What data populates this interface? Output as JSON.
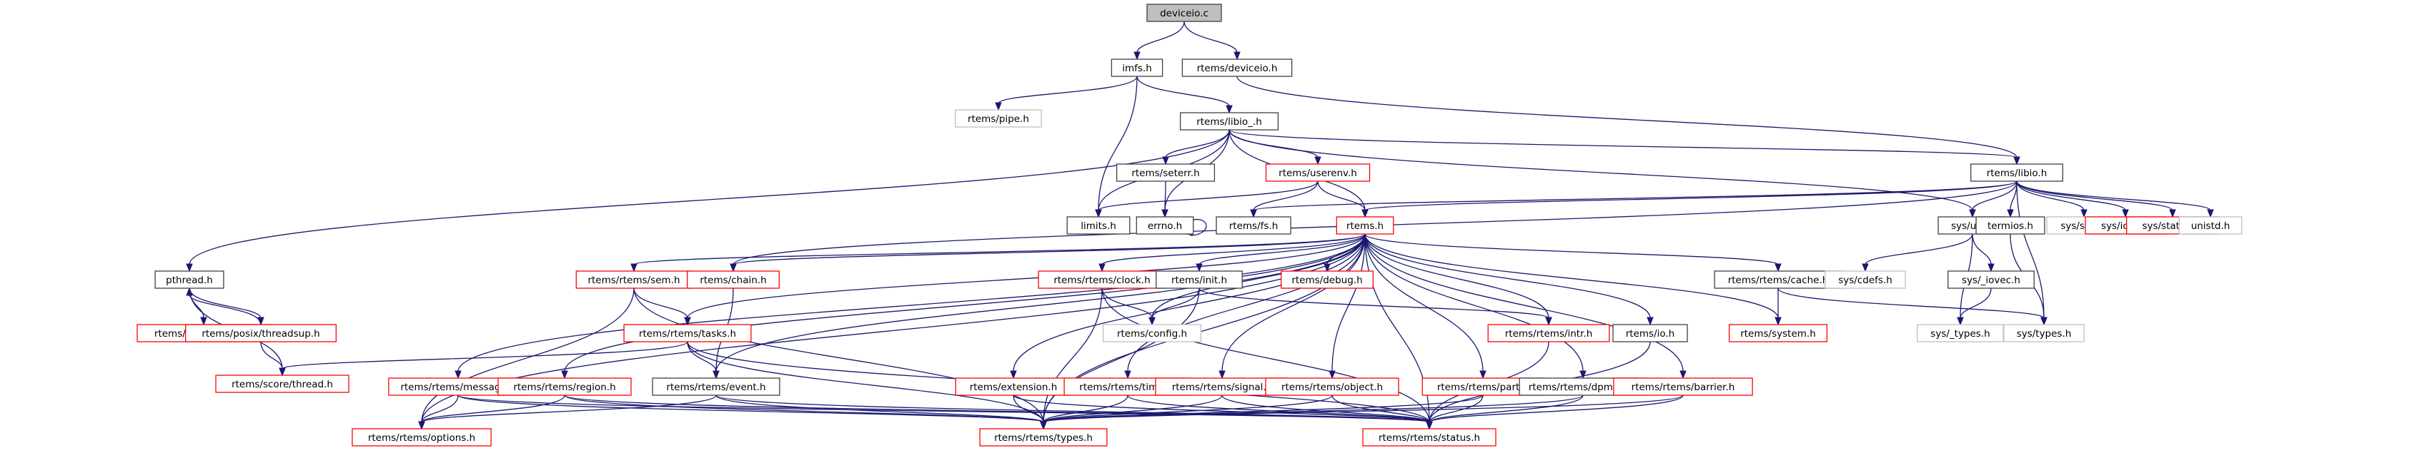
{
  "title": "deviceio.c include dependency graph",
  "colors": {
    "edge": "#191970",
    "root_fill": "#bfbfbf",
    "root_stroke": "#404040",
    "normal_stroke": "#404040",
    "truncated_stroke": "#ff0000",
    "external_stroke": "#bfbfbf",
    "text": "#000000"
  },
  "nodes": [
    {
      "id": "deviceio_c",
      "label": "deviceio.c",
      "kind": "root"
    },
    {
      "id": "imfs_h",
      "label": "imfs.h",
      "kind": "normal"
    },
    {
      "id": "rtems_deviceio_h",
      "label": "rtems/deviceio.h",
      "kind": "normal"
    },
    {
      "id": "rtems_pipe_h",
      "label": "rtems/pipe.h",
      "kind": "external"
    },
    {
      "id": "rtems_libio__h",
      "label": "rtems/libio_.h",
      "kind": "normal"
    },
    {
      "id": "rtems_libio_h",
      "label": "rtems/libio.h",
      "kind": "normal"
    },
    {
      "id": "pthread_h",
      "label": "pthread.h",
      "kind": "normal"
    },
    {
      "id": "rtems_seterr_h",
      "label": "rtems/seterr.h",
      "kind": "normal"
    },
    {
      "id": "rtems_userenv_h",
      "label": "rtems/userenv.h",
      "kind": "truncated"
    },
    {
      "id": "limits_h",
      "label": "limits.h",
      "kind": "normal"
    },
    {
      "id": "errno_h",
      "label": "errno.h",
      "kind": "normal"
    },
    {
      "id": "rtems_fs_h",
      "label": "rtems/fs.h",
      "kind": "normal"
    },
    {
      "id": "rtems_h",
      "label": "rtems.h",
      "kind": "truncated"
    },
    {
      "id": "sys_uio_h",
      "label": "sys/uio.h",
      "kind": "normal"
    },
    {
      "id": "termios_h",
      "label": "termios.h",
      "kind": "normal"
    },
    {
      "id": "sys_stat_h",
      "label": "sys/stat.h",
      "kind": "external"
    },
    {
      "id": "sys_ioctl_h",
      "label": "sys/ioctl.h",
      "kind": "truncated"
    },
    {
      "id": "sys_statvfs_h",
      "label": "sys/statvfs.h",
      "kind": "truncated"
    },
    {
      "id": "unistd_h",
      "label": "unistd.h",
      "kind": "external"
    },
    {
      "id": "rtems_posix_config_h",
      "label": "rtems/posix/config.h",
      "kind": "truncated"
    },
    {
      "id": "rtems_posix_threadsup_h",
      "label": "rtems/posix/threadsup.h",
      "kind": "truncated"
    },
    {
      "id": "rtems_rtems_sem_h",
      "label": "rtems/rtems/sem.h",
      "kind": "truncated"
    },
    {
      "id": "rtems_chain_h",
      "label": "rtems/chain.h",
      "kind": "truncated"
    },
    {
      "id": "rtems_rtems_clock_h",
      "label": "rtems/rtems/clock.h",
      "kind": "truncated"
    },
    {
      "id": "rtems_init_h",
      "label": "rtems/init.h",
      "kind": "normal"
    },
    {
      "id": "rtems_debug_h",
      "label": "rtems/debug.h",
      "kind": "truncated"
    },
    {
      "id": "rtems_rtems_cache_h",
      "label": "rtems/rtems/cache.h",
      "kind": "normal"
    },
    {
      "id": "sys_cdefs_h",
      "label": "sys/cdefs.h",
      "kind": "external"
    },
    {
      "id": "sys__iovec_h",
      "label": "sys/_iovec.h",
      "kind": "normal"
    },
    {
      "id": "rtems_score_thread_h",
      "label": "rtems/score/thread.h",
      "kind": "truncated"
    },
    {
      "id": "rtems_rtems_tasks_h",
      "label": "rtems/rtems/tasks.h",
      "kind": "truncated"
    },
    {
      "id": "rtems_config_h",
      "label": "rtems/config.h",
      "kind": "external"
    },
    {
      "id": "rtems_rtems_intr_h",
      "label": "rtems/rtems/intr.h",
      "kind": "truncated"
    },
    {
      "id": "rtems_io_h",
      "label": "rtems/io.h",
      "kind": "normal"
    },
    {
      "id": "rtems_system_h",
      "label": "rtems/system.h",
      "kind": "truncated"
    },
    {
      "id": "sys__types_h",
      "label": "sys/_types.h",
      "kind": "external"
    },
    {
      "id": "sys_types_h",
      "label": "sys/types.h",
      "kind": "external"
    },
    {
      "id": "rtems_rtems_message_h",
      "label": "rtems/rtems/message.h",
      "kind": "truncated"
    },
    {
      "id": "rtems_rtems_region_h",
      "label": "rtems/rtems/region.h",
      "kind": "truncated"
    },
    {
      "id": "rtems_rtems_event_h",
      "label": "rtems/rtems/event.h",
      "kind": "normal"
    },
    {
      "id": "rtems_extension_h",
      "label": "rtems/extension.h",
      "kind": "truncated"
    },
    {
      "id": "rtems_rtems_timer_h",
      "label": "rtems/rtems/timer.h",
      "kind": "truncated"
    },
    {
      "id": "rtems_rtems_signal_h",
      "label": "rtems/rtems/signal.h",
      "kind": "truncated"
    },
    {
      "id": "rtems_rtems_object_h",
      "label": "rtems/rtems/object.h",
      "kind": "truncated"
    },
    {
      "id": "rtems_rtems_part_h",
      "label": "rtems/rtems/part.h",
      "kind": "truncated"
    },
    {
      "id": "rtems_rtems_dpmem_h",
      "label": "rtems/rtems/dpmem.h",
      "kind": "normal"
    },
    {
      "id": "rtems_rtems_barrier_h",
      "label": "rtems/rtems/barrier.h",
      "kind": "truncated"
    },
    {
      "id": "rtems_rtems_options_h",
      "label": "rtems/rtems/options.h",
      "kind": "truncated"
    },
    {
      "id": "rtems_rtems_types_h",
      "label": "rtems/rtems/types.h",
      "kind": "truncated"
    },
    {
      "id": "rtems_rtems_status_h",
      "label": "rtems/rtems/status.h",
      "kind": "truncated"
    }
  ],
  "edges": [
    [
      "deviceio_c",
      "imfs_h"
    ],
    [
      "deviceio_c",
      "rtems_deviceio_h"
    ],
    [
      "imfs_h",
      "rtems_pipe_h"
    ],
    [
      "imfs_h",
      "limits_h"
    ],
    [
      "imfs_h",
      "rtems_libio__h"
    ],
    [
      "rtems_deviceio_h",
      "rtems_libio_h"
    ],
    [
      "rtems_libio__h",
      "pthread_h"
    ],
    [
      "rtems_libio__h",
      "limits_h"
    ],
    [
      "rtems_libio__h",
      "rtems_seterr_h"
    ],
    [
      "rtems_libio__h",
      "errno_h"
    ],
    [
      "rtems_libio__h",
      "rtems_userenv_h"
    ],
    [
      "rtems_libio__h",
      "rtems_h"
    ],
    [
      "rtems_libio__h",
      "rtems_libio_h"
    ],
    [
      "rtems_libio__h",
      "sys_uio_h"
    ],
    [
      "rtems_seterr_h",
      "errno_h"
    ],
    [
      "errno_h",
      "errno_h"
    ],
    [
      "rtems_userenv_h",
      "limits_h"
    ],
    [
      "rtems_userenv_h",
      "rtems_fs_h"
    ],
    [
      "rtems_userenv_h",
      "rtems_h"
    ],
    [
      "rtems_libio_h",
      "rtems_fs_h"
    ],
    [
      "rtems_libio_h",
      "rtems_h"
    ],
    [
      "rtems_libio_h",
      "sys_uio_h"
    ],
    [
      "rtems_libio_h",
      "termios_h"
    ],
    [
      "rtems_libio_h",
      "sys_stat_h"
    ],
    [
      "rtems_libio_h",
      "sys_ioctl_h"
    ],
    [
      "rtems_libio_h",
      "sys_statvfs_h"
    ],
    [
      "rtems_libio_h",
      "unistd_h"
    ],
    [
      "rtems_libio_h",
      "sys_types_h"
    ],
    [
      "rtems_libio_h",
      "rtems_chain_h"
    ],
    [
      "pthread_h",
      "rtems_posix_config_h"
    ],
    [
      "pthread_h",
      "rtems_posix_threadsup_h"
    ],
    [
      "pthread_h",
      "rtems_score_thread_h"
    ],
    [
      "rtems_posix_threadsup_h",
      "pthread_h"
    ],
    [
      "rtems_posix_threadsup_h",
      "rtems_score_thread_h"
    ],
    [
      "rtems_h",
      "rtems_rtems_sem_h"
    ],
    [
      "rtems_h",
      "rtems_chain_h"
    ],
    [
      "rtems_h",
      "rtems_rtems_clock_h"
    ],
    [
      "rtems_h",
      "rtems_init_h"
    ],
    [
      "rtems_h",
      "rtems_debug_h"
    ],
    [
      "rtems_h",
      "rtems_rtems_cache_h"
    ],
    [
      "rtems_h",
      "rtems_rtems_tasks_h"
    ],
    [
      "rtems_h",
      "rtems_config_h"
    ],
    [
      "rtems_h",
      "rtems_rtems_intr_h"
    ],
    [
      "rtems_h",
      "rtems_io_h"
    ],
    [
      "rtems_h",
      "rtems_system_h"
    ],
    [
      "rtems_h",
      "rtems_rtems_message_h"
    ],
    [
      "rtems_h",
      "rtems_rtems_region_h"
    ],
    [
      "rtems_h",
      "rtems_rtems_event_h"
    ],
    [
      "rtems_h",
      "rtems_extension_h"
    ],
    [
      "rtems_h",
      "rtems_rtems_timer_h"
    ],
    [
      "rtems_h",
      "rtems_rtems_signal_h"
    ],
    [
      "rtems_h",
      "rtems_rtems_object_h"
    ],
    [
      "rtems_h",
      "rtems_rtems_part_h"
    ],
    [
      "rtems_h",
      "rtems_rtems_dpmem_h"
    ],
    [
      "rtems_h",
      "rtems_rtems_barrier_h"
    ],
    [
      "rtems_h",
      "rtems_rtems_options_h"
    ],
    [
      "rtems_h",
      "rtems_rtems_types_h"
    ],
    [
      "rtems_h",
      "rtems_rtems_status_h"
    ],
    [
      "sys_uio_h",
      "sys_cdefs_h"
    ],
    [
      "sys_uio_h",
      "sys__types_h"
    ],
    [
      "sys_uio_h",
      "sys__iovec_h"
    ],
    [
      "sys__iovec_h",
      "sys__types_h"
    ],
    [
      "termios_h",
      "sys_types_h"
    ],
    [
      "rtems_rtems_cache_h",
      "rtems_system_h"
    ],
    [
      "rtems_rtems_cache_h",
      "sys_types_h"
    ],
    [
      "rtems_rtems_sem_h",
      "rtems_rtems_tasks_h"
    ],
    [
      "rtems_rtems_sem_h",
      "rtems_rtems_options_h"
    ],
    [
      "rtems_rtems_sem_h",
      "rtems_rtems_types_h"
    ],
    [
      "rtems_chain_h",
      "rtems_rtems_event_h"
    ],
    [
      "rtems_rtems_tasks_h",
      "rtems_score_thread_h"
    ],
    [
      "rtems_rtems_tasks_h",
      "rtems_rtems_event_h"
    ],
    [
      "rtems_rtems_tasks_h",
      "rtems_rtems_types_h"
    ],
    [
      "rtems_rtems_tasks_h",
      "rtems_rtems_status_h"
    ],
    [
      "rtems_rtems_clock_h",
      "rtems_config_h"
    ],
    [
      "rtems_rtems_clock_h",
      "rtems_rtems_types_h"
    ],
    [
      "rtems_rtems_clock_h",
      "rtems_rtems_status_h"
    ],
    [
      "rtems_init_h",
      "rtems_config_h"
    ],
    [
      "rtems_init_h",
      "rtems_rtems_intr_h"
    ],
    [
      "rtems_init_h",
      "rtems_rtems_types_h"
    ],
    [
      "rtems_rtems_intr_h",
      "rtems_rtems_status_h"
    ],
    [
      "rtems_io_h",
      "rtems_rtems_status_h"
    ],
    [
      "rtems_rtems_message_h",
      "rtems_rtems_options_h"
    ],
    [
      "rtems_rtems_message_h",
      "rtems_rtems_types_h"
    ],
    [
      "rtems_rtems_message_h",
      "rtems_rtems_status_h"
    ],
    [
      "rtems_rtems_region_h",
      "rtems_rtems_options_h"
    ],
    [
      "rtems_rtems_region_h",
      "rtems_rtems_types_h"
    ],
    [
      "rtems_rtems_region_h",
      "rtems_rtems_status_h"
    ],
    [
      "rtems_rtems_event_h",
      "rtems_rtems_options_h"
    ],
    [
      "rtems_rtems_event_h",
      "rtems_rtems_types_h"
    ],
    [
      "rtems_rtems_event_h",
      "rtems_rtems_status_h"
    ],
    [
      "rtems_extension_h",
      "rtems_rtems_types_h"
    ],
    [
      "rtems_extension_h",
      "rtems_rtems_status_h"
    ],
    [
      "rtems_rtems_timer_h",
      "rtems_rtems_types_h"
    ],
    [
      "rtems_rtems_timer_h",
      "rtems_rtems_status_h"
    ],
    [
      "rtems_rtems_signal_h",
      "rtems_rtems_types_h"
    ],
    [
      "rtems_rtems_signal_h",
      "rtems_rtems_status_h"
    ],
    [
      "rtems_rtems_object_h",
      "rtems_rtems_types_h"
    ],
    [
      "rtems_rtems_object_h",
      "rtems_rtems_status_h"
    ],
    [
      "rtems_rtems_part_h",
      "rtems_rtems_types_h"
    ],
    [
      "rtems_rtems_part_h",
      "rtems_rtems_status_h"
    ],
    [
      "rtems_rtems_dpmem_h",
      "rtems_rtems_types_h"
    ],
    [
      "rtems_rtems_dpmem_h",
      "rtems_rtems_status_h"
    ],
    [
      "rtems_rtems_barrier_h",
      "rtems_rtems_types_h"
    ],
    [
      "rtems_rtems_barrier_h",
      "rtems_rtems_status_h"
    ]
  ]
}
